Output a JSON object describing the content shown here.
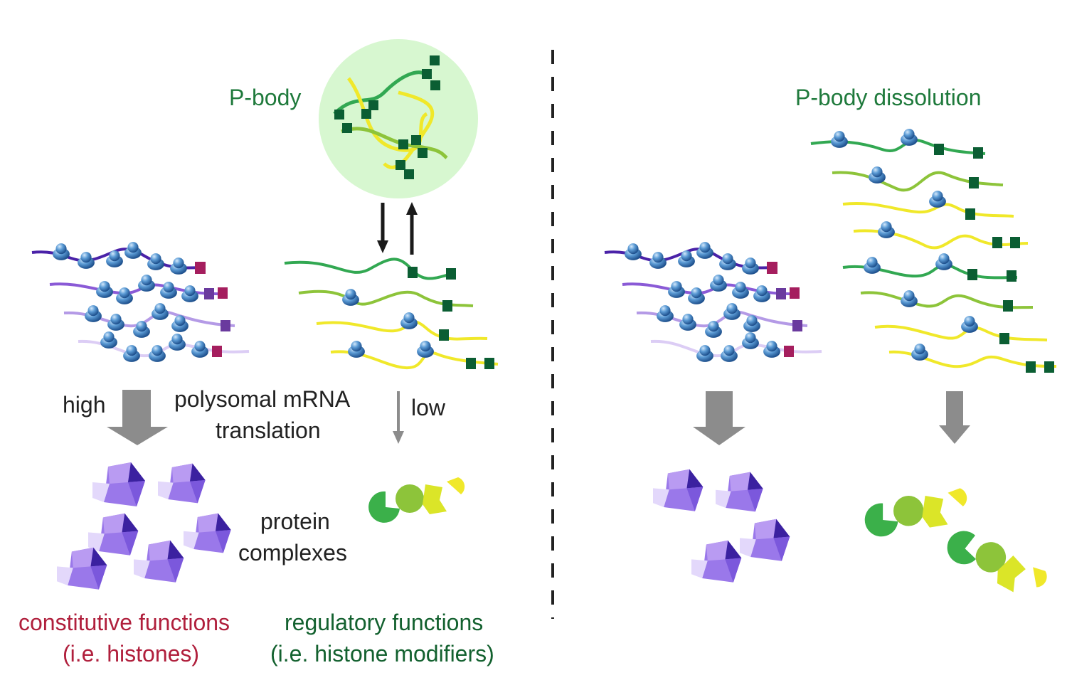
{
  "labels": {
    "pbody": "P-body",
    "pbody_dissolution": "P-body dissolution",
    "high": "high",
    "low": "low",
    "translation_line1": "polysomal mRNA",
    "translation_line2": "translation",
    "protein_line1": "protein",
    "protein_line2": "complexes",
    "constitutive_line1": "constitutive functions",
    "constitutive_line2": "(i.e. histones)",
    "regulatory_line1": "regulatory functions",
    "regulatory_line2": "(i.e. histone modifiers)"
  },
  "colors": {
    "pbody_fill": "#d7f7d0",
    "ribosome": "#4f8fce",
    "mrna_dark_purple": "#4a22a8",
    "mrna_purple": "#8a5ad6",
    "mrna_lavender": "#b49ae6",
    "mrna_light": "#dccdf5",
    "mrna_green": "#32a852",
    "mrna_lime": "#8dc43a",
    "mrna_yellow": "#f0e82a",
    "cap_green": "#0b5e33",
    "cap_magenta": "#a51e5e",
    "cap_purple": "#6a3a9e",
    "arrow_gray": "#8c8c8c",
    "text_red": "#b01f3c",
    "text_green": "#13612f"
  },
  "icons": {
    "ribosome": "sphere",
    "cap": "square",
    "histone_complex": "pentagon",
    "modifier_complex": "pacman-chain"
  }
}
